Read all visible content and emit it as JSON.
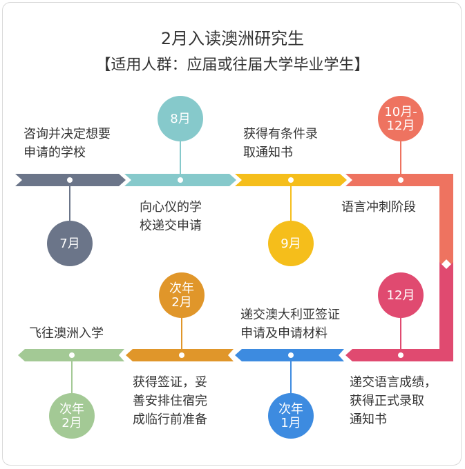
{
  "title": "2月入读澳洲研究生",
  "subtitle": "【适用人群：应届或往届大学毕业学生】",
  "colors": {
    "slate": "#6b7589",
    "teal": "#86c9cb",
    "yellow": "#f5be1b",
    "coral": "#ee7360",
    "pink": "#e04a70",
    "blue": "#3d8be0",
    "orange": "#e0962a",
    "green": "#a3c995"
  },
  "steps": [
    {
      "circle": "7月",
      "text": "咨询并决定想要\n申请的学校"
    },
    {
      "circle": "8月",
      "text": "向心仪的学\n校递交申请"
    },
    {
      "circle": "9月",
      "text": "获得有条件录\n取通知书"
    },
    {
      "circle": "10月-\n12月",
      "text": "语言冲刺阶段"
    },
    {
      "circle": "12月",
      "text": "递交语言成绩，\n获得正式录取\n通知书"
    },
    {
      "circle": "次年\n1月",
      "text": "递交澳大利亚签证\n申请及申请材料"
    },
    {
      "circle": "次年\n2月",
      "text": "获得签证，妥\n善安排住宿完\n成临行前准备"
    },
    {
      "circle": "次年\n2月",
      "text": "飞往澳洲入学"
    }
  ]
}
